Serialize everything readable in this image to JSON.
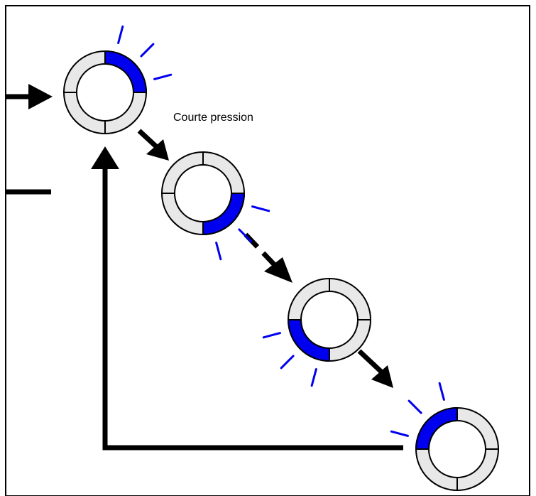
{
  "diagram": {
    "label": "Courte pression",
    "steps": [
      {
        "name": "step-1",
        "lit_quadrant": "top-right"
      },
      {
        "name": "step-2",
        "lit_quadrant": "bottom-right"
      },
      {
        "name": "step-3",
        "lit_quadrant": "bottom-left"
      },
      {
        "name": "step-4",
        "lit_quadrant": "top-left"
      }
    ],
    "colors": {
      "lit": "#0000ee",
      "ring": "#e8e8e8",
      "outline": "#000000",
      "flash": "#0000ee",
      "frame": "#000000"
    }
  }
}
